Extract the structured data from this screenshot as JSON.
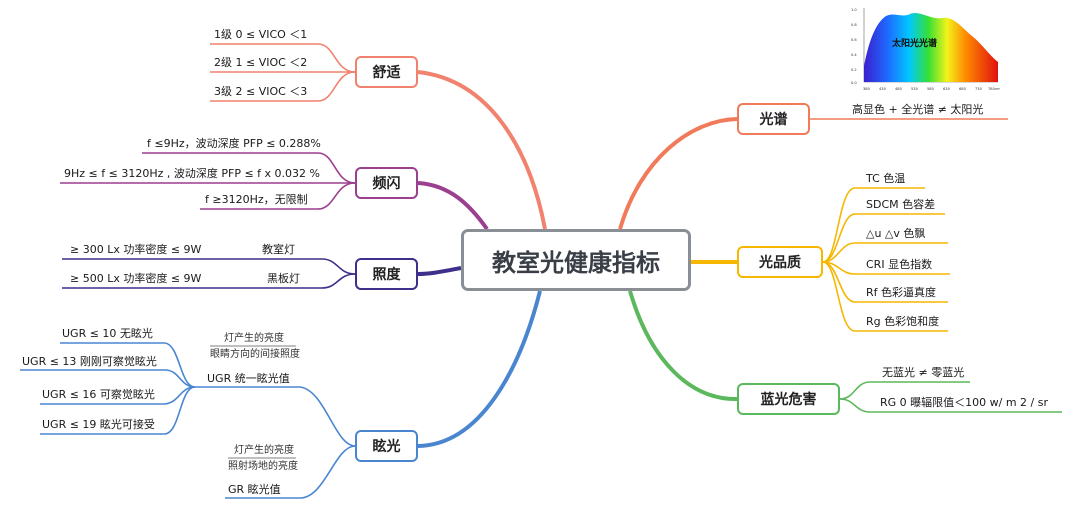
{
  "title": "教室光健康指标",
  "colors": {
    "comfort": "#f0826e",
    "flicker": "#9b3f8f",
    "illuminance": "#3d2f8a",
    "glare": "#4a86d0",
    "spectrum": "#f07a5a",
    "quality": "#f5b700",
    "bluelight": "#5cb85c",
    "center_border": "#8a8f96"
  },
  "branches": {
    "comfort": {
      "label": "舒适",
      "items": [
        "1级  0 ≤ VICO  ＜1",
        "2级  1 ≤ VIOC  ＜2",
        "3级  2 ≤ VIOC  ＜3"
      ]
    },
    "flicker": {
      "label": "频闪",
      "items": [
        "f ≤9Hz，波动深度 PFP ≤ 0.288%",
        "9Hz ≤ f ≤ 3120Hz , 波动深度 PFP ≤ f x 0.032  %",
        "f ≥3120Hz，无限制"
      ]
    },
    "illuminance": {
      "label": "照度",
      "items": [
        {
          "spec": "≥  300 Lx    功率密度 ≤  9W",
          "place": "教室灯"
        },
        {
          "spec": "≥   500 Lx    功率密度  ≤  9W",
          "place": "黑板灯"
        }
      ]
    },
    "glare": {
      "label": "眩光",
      "ugr": {
        "note1": "灯产生的亮度",
        "note2": "眼睛方向的间接照度",
        "label": "UGR  统一眩光值",
        "items": [
          "UGR ≤ 10   无眩光",
          "UGR ≤ 13  刚刚可察觉眩光",
          "UGR ≤ 16   可察觉眩光",
          "UGR ≤ 19  眩光可接受"
        ]
      },
      "gr": {
        "note1": "灯产生的亮度",
        "note2": "照射场地的亮度",
        "label": "GR   眩光值"
      }
    },
    "spectrum": {
      "label": "光谱",
      "item": "高显色 +  全光谱  ≠  太阳光",
      "image_label": "太阳光光谱",
      "y_ticks": [
        "1.0",
        "0.8",
        "0.6",
        "0.4",
        "0.2",
        "0.0"
      ],
      "x_ticks": [
        "380",
        "430",
        "480",
        "530",
        "580",
        "630",
        "680",
        "730",
        "780nm"
      ]
    },
    "quality": {
      "label": "光品质",
      "items": [
        "TC   色温",
        "SDCM  色容差",
        "△u  △v 色飘",
        "CRI   显色指数",
        "Rf    色彩逼真度",
        "Rg    色彩饱和度"
      ]
    },
    "bluelight": {
      "label": "蓝光危害",
      "items": [
        "无蓝光  ≠  零蓝光",
        "RG 0        曝辐限值＜100 w/ m 2 / sr"
      ]
    }
  }
}
